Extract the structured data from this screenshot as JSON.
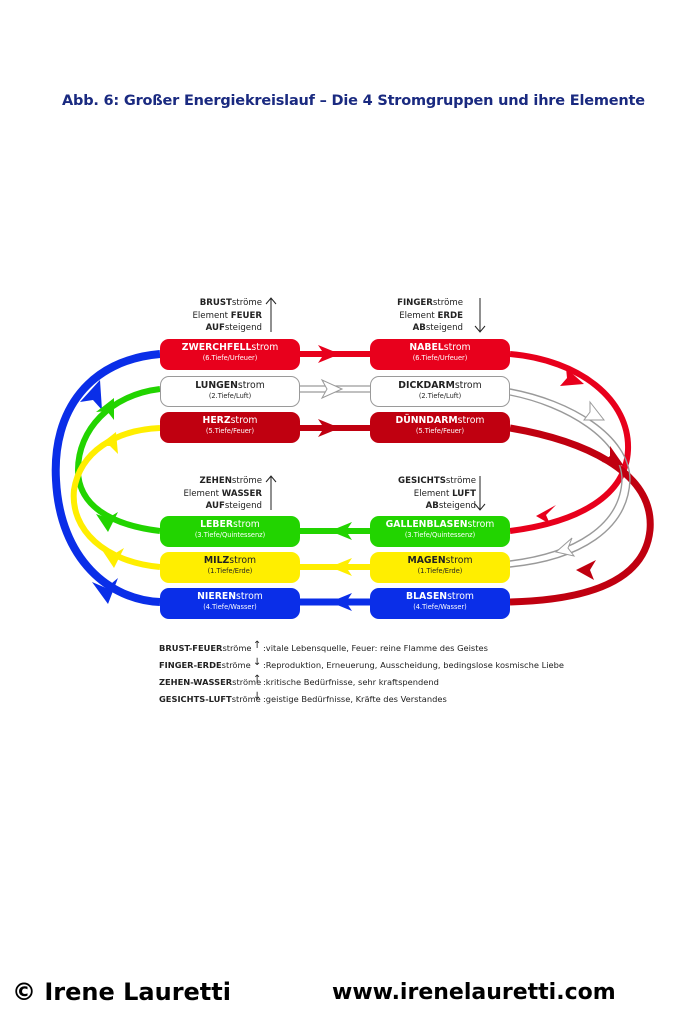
{
  "title": "Abb. 6: Großer Energiekreislauf – Die 4 Stromgruppen und ihre Elemente",
  "groups": {
    "brust": {
      "line1_b": "BRUST",
      "line1": "ströme",
      "line2": "Element ",
      "line2_b": "FEUER",
      "line3_b": "AUF",
      "line3": "steigend",
      "arrow": "↑"
    },
    "finger": {
      "line1_b": "FINGER",
      "line1": "ströme",
      "line2": "Element ",
      "line2_b": "ERDE",
      "line3_b": "AB",
      "line3": "steigend",
      "arrow": "↓"
    },
    "zehen": {
      "line1_b": "ZEHEN",
      "line1": "ströme",
      "line2": "Element ",
      "line2_b": "WASSER",
      "line3_b": "AUF",
      "line3": "steigend",
      "arrow": "↑"
    },
    "gesichts": {
      "line1_b": "GESICHTS",
      "line1": "ströme",
      "line2": "Element ",
      "line2_b": "LUFT",
      "line3_b": "AB",
      "line3": "steigend",
      "arrow": "↓"
    }
  },
  "boxes": {
    "zwerchfell": {
      "name_b": "ZWERCHFELL",
      "name": "strom",
      "sub": "(6.Tiefe/Urfeuer)",
      "color": "#e8001c"
    },
    "nabel": {
      "name_b": "NABEL",
      "name": "strom",
      "sub": "(6.Tiefe/Urfeuer)",
      "color": "#e8001c"
    },
    "lungen": {
      "name_b": "LUNGEN",
      "name": "strom",
      "sub": "(2.Tiefe/Luft)",
      "color": "#ffffff"
    },
    "dickdarm": {
      "name_b": "DICKDARM",
      "name": "strom",
      "sub": "(2.Tiefe/Luft)",
      "color": "#ffffff"
    },
    "herz": {
      "name_b": "HERZ",
      "name": "strom",
      "sub": "(5.Tiefe/Feuer)",
      "color": "#c00010"
    },
    "duenndarm": {
      "name_b": "DÜNNDARM",
      "name": "strom",
      "sub": "(5.Tiefe/Feuer)",
      "color": "#c00010"
    },
    "leber": {
      "name_b": "LEBER",
      "name": "strom",
      "sub": "(3.Tiefe/Quintessenz)",
      "color": "#22d400"
    },
    "gallenblasen": {
      "name_b": "GALLENBLASEN",
      "name": "strom",
      "sub": "(3.Tiefe/Quintessenz)",
      "color": "#22d400"
    },
    "milz": {
      "name_b": "MILZ",
      "name": "strom",
      "sub": "(1.Tiefe/Erde)",
      "color": "#ffee00"
    },
    "magen": {
      "name_b": "MAGEN",
      "name": "strom",
      "sub": "(1.Tiefe/Erde)",
      "color": "#ffee00"
    },
    "nieren": {
      "name_b": "NIEREN",
      "name": "strom",
      "sub": "(4.Tiefe/Wasser)",
      "color": "#0a2ee8"
    },
    "blasen": {
      "name_b": "BLASEN",
      "name": "strom",
      "sub": "(4.Tiefe/Wasser)",
      "color": "#0a2ee8"
    }
  },
  "legend": [
    {
      "name_b": "BRUST-FEUER",
      "name": "ströme",
      "arrow": "↑",
      "desc": ":vitale Lebensquelle, Feuer: reine Flamme des Geistes"
    },
    {
      "name_b": "FINGER-ERDE",
      "name": "ströme",
      "arrow": "↓",
      "desc": ":Reproduktion, Erneuerung, Ausscheidung, bedingslose kosmische Liebe"
    },
    {
      "name_b": "ZEHEN-WASSER",
      "name": "ströme",
      "arrow": "↑",
      "desc": ":kritische Bedürfnisse, sehr kraftspendend"
    },
    {
      "name_b": "GESICHTS-LUFT",
      "name": "ströme",
      "arrow": "↓",
      "desc": ":geistige Bedürfnisse, Kräfte des Verstandes"
    }
  ],
  "footer": {
    "copyright": "© Irene Lauretti",
    "website": "www.irenelauretti.com"
  },
  "colors": {
    "title": "#1a2a80",
    "red": "#e8001c",
    "dark_red": "#c00010",
    "green": "#22d400",
    "yellow": "#ffee00",
    "blue": "#0a2ee8",
    "grey_outline": "#9a9a9a"
  }
}
